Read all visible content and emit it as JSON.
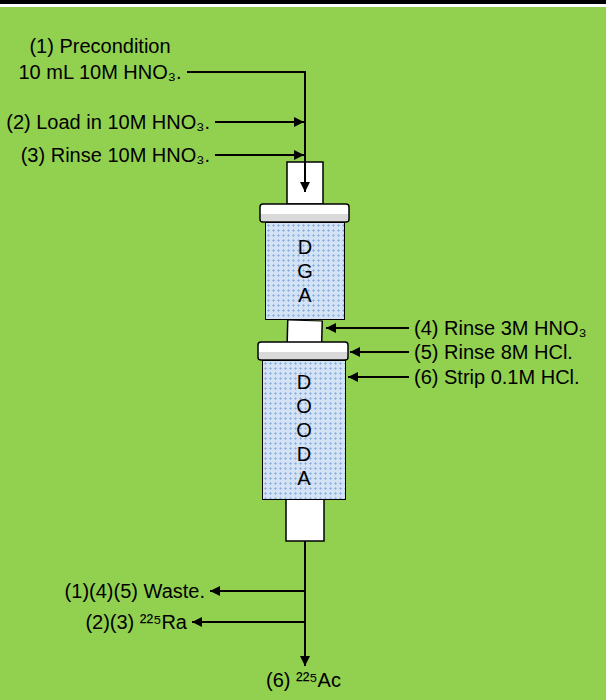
{
  "diagram": {
    "nodes": [
      {
        "text": [
          "DGA"
        ]
      },
      {
        "text": [
          "DOODA"
        ]
      }
    ],
    "edges": [
      {
        "from": 0,
        "to": 1,
        "arrow": "none"
      }
    ],
    "labels": [
      "(1) Precondition 10 mL 10M HNO₃.",
      "(2) Load in 10M HNO₃.",
      "(3) Rinse 10M HNO₃.",
      "(4) Rinse 3M HNO₃",
      "(5) Rinse 8M HCl.",
      "(6) Strip 0.1M HCl.",
      "(1)(4)(5) Waste.",
      "(2)(3) ²²⁵Ra",
      "(6) ²²⁵Ac"
    ]
  }
}
